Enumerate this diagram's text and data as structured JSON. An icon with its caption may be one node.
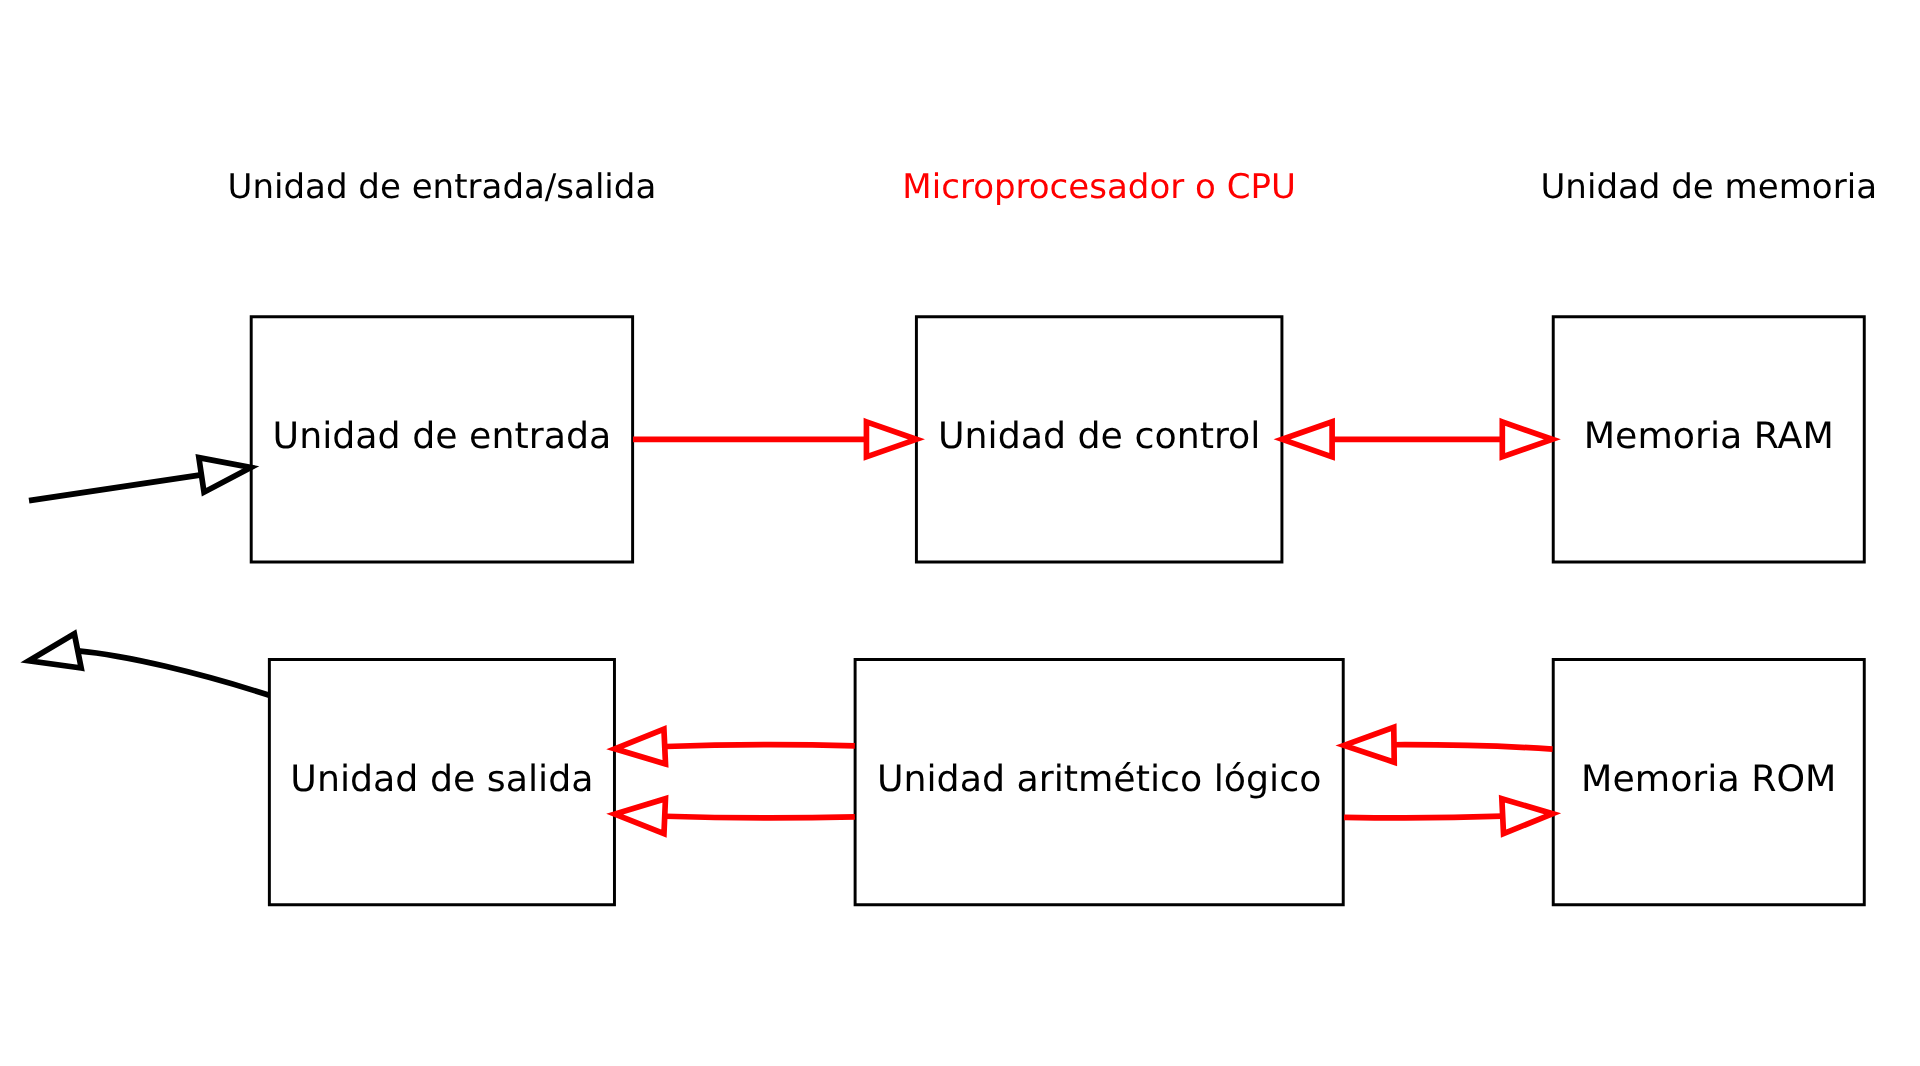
{
  "diagram": {
    "nodes": [
      {
        "text": [
          "Unidad de entrada"
        ]
      },
      {
        "text": [
          "Unidad de control"
        ]
      },
      {
        "text": [
          "Memoria RAM"
        ]
      },
      {
        "text": [
          "Unidad de salida"
        ]
      },
      {
        "text": [
          "Unidad aritmético lógico"
        ]
      },
      {
        "text": [
          "Memoria ROM"
        ]
      }
    ],
    "edges": [
      {
        "from": null,
        "to": 0,
        "arrow": "to",
        "color": "#000000"
      },
      {
        "from": 0,
        "to": 1,
        "arrow": "to"
      },
      {
        "from": 1,
        "to": 2,
        "arrow": "both"
      },
      {
        "from": 5,
        "to": 4,
        "arrow": "to"
      },
      {
        "from": 4,
        "to": 3,
        "arrow": "to"
      },
      {
        "from": 3,
        "to": null,
        "arrow": "to",
        "color": "#000000"
      },
      {
        "from": 4,
        "to": 3,
        "arrow": "to"
      },
      {
        "from": 4,
        "to": 5,
        "arrow": "to"
      }
    ],
    "labels": [
      "Unidad de entrada/salida",
      "Microprocesador o CPU",
      "Unidad de memoria"
    ]
  }
}
